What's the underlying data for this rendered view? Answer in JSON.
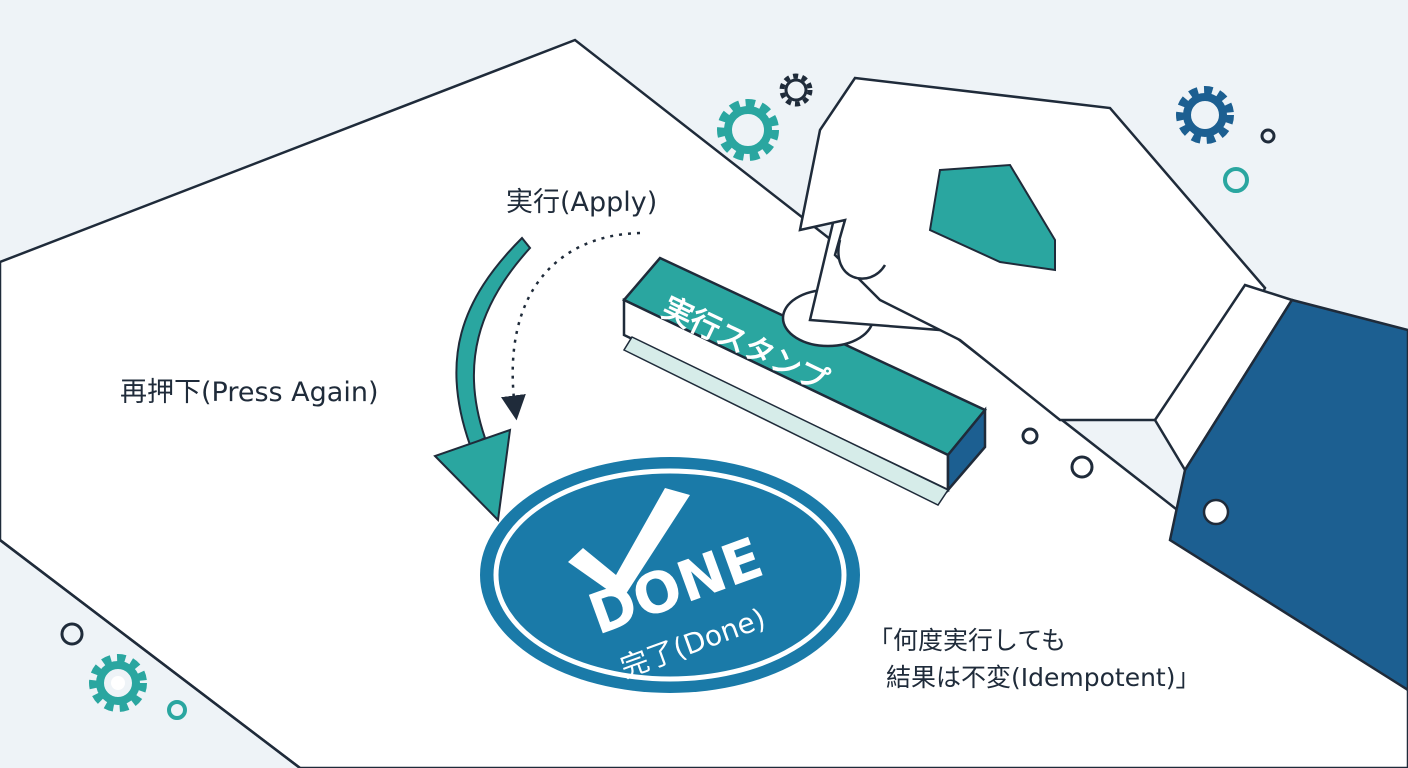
{
  "labels": {
    "apply": "実行(Apply)",
    "press_again": "再押下(Press Again)",
    "idempotent_line1": "「何度実行しても",
    "idempotent_line2": "結果は不変(Idempotent)」"
  },
  "stamp": {
    "face_text": "実行スタンプ"
  },
  "seal": {
    "main_text": "DONE",
    "sub_text": "完了(Done)"
  },
  "colors": {
    "teal": "#2aa6a0",
    "blue": "#1a7aa8",
    "navy": "#1c5f91",
    "outline": "#1f2b3a",
    "background": "#eef3f7",
    "paper": "#ffffff"
  },
  "icons": [
    "gear-icon",
    "gear-icon",
    "gear-icon",
    "gear-icon",
    "checkmark-icon",
    "curved-arrow-icon",
    "dotted-arrow-icon"
  ]
}
